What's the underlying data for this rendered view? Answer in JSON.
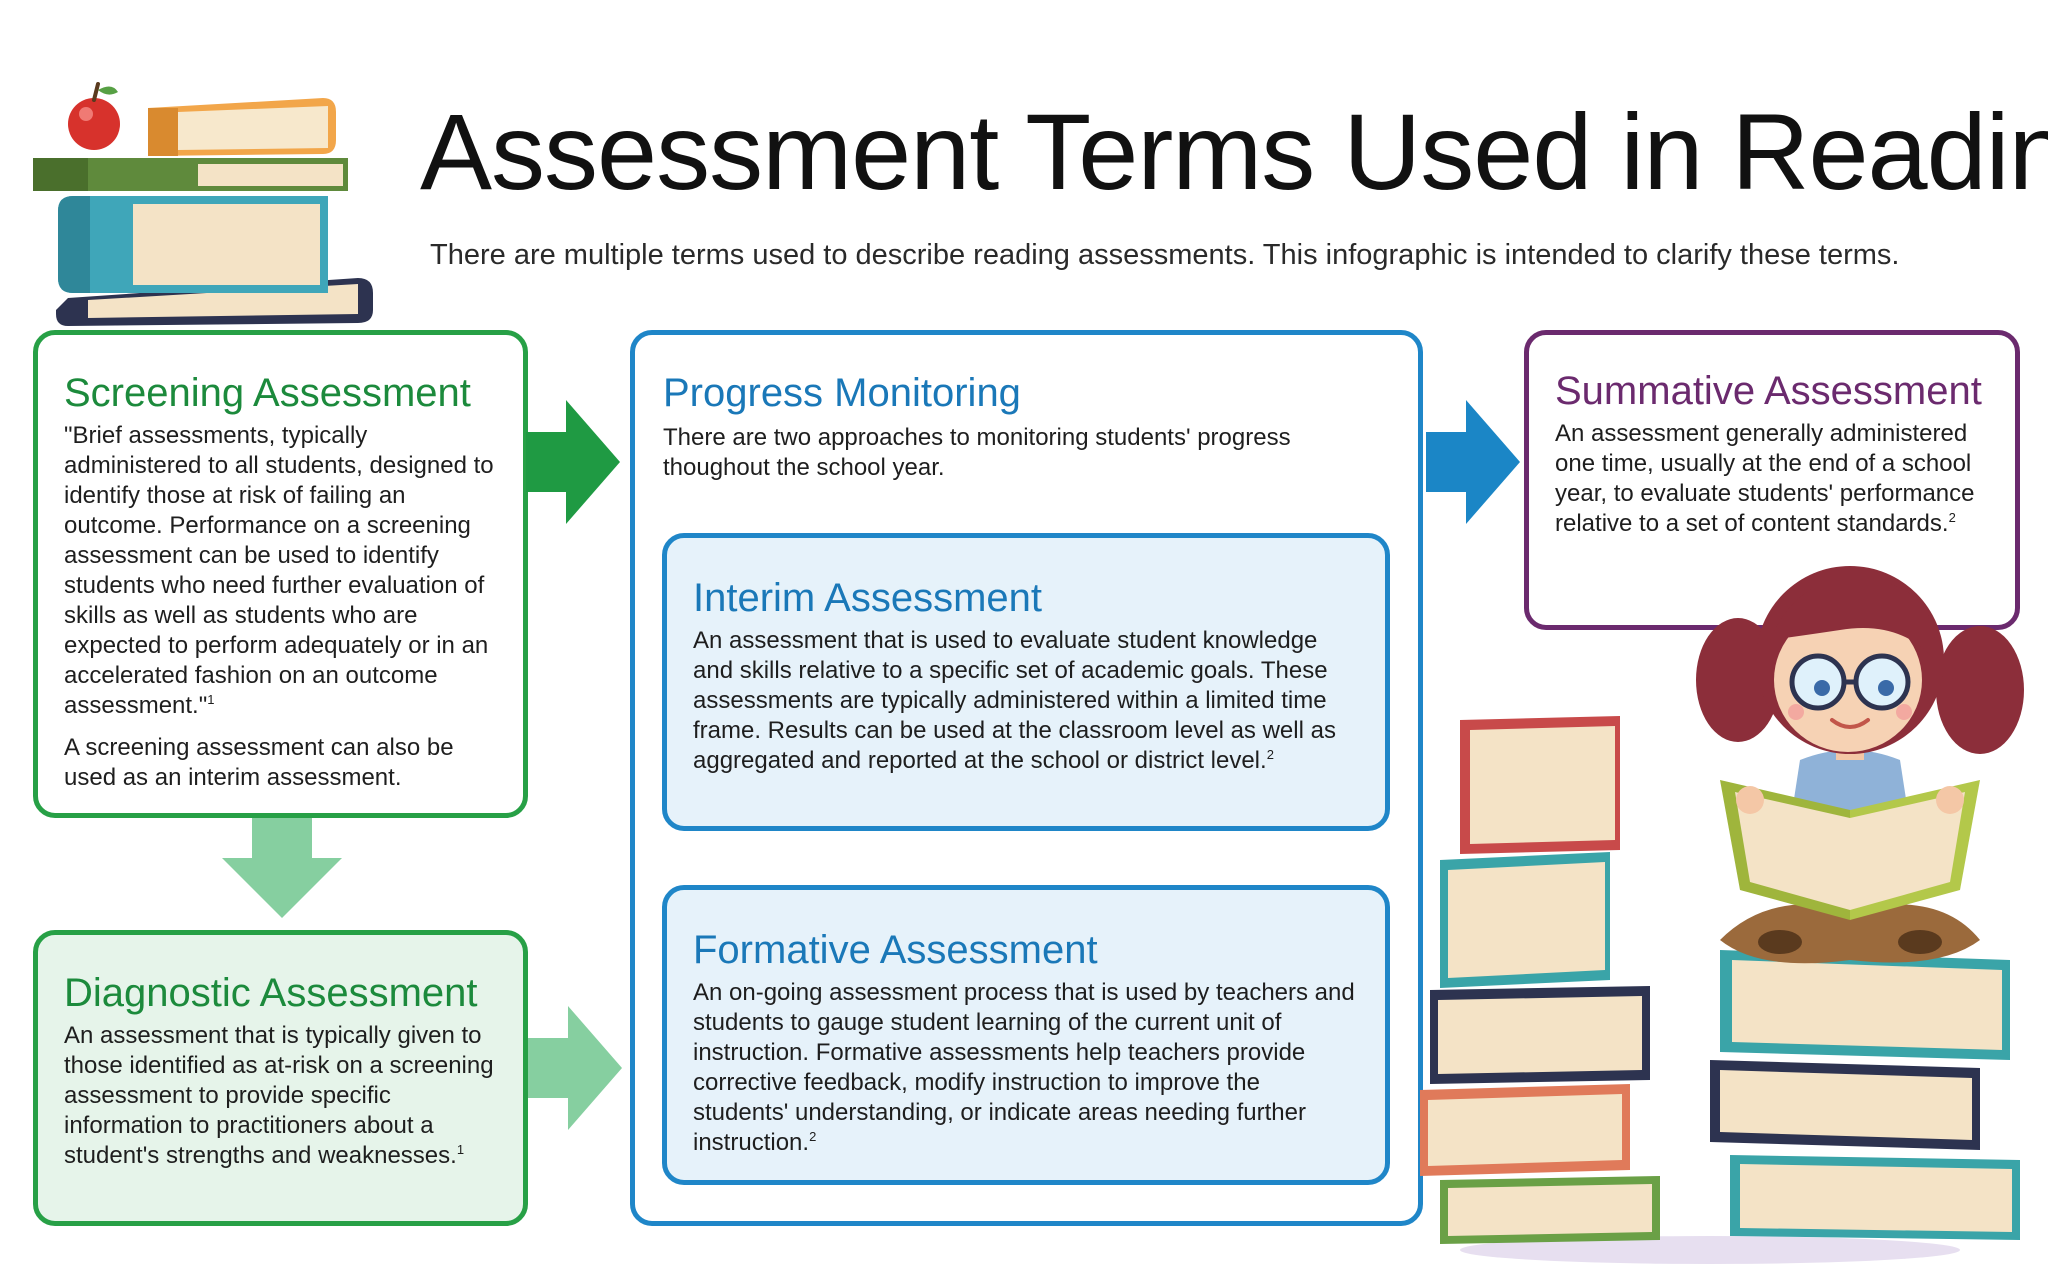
{
  "header": {
    "title": "Assessment Terms Used in Reading",
    "subtitle": "There are multiple terms used to describe reading assessments. This infographic is intended to clarify these terms."
  },
  "screening": {
    "title": "Screening Assessment",
    "paragraph1": "\"Brief assessments, typically administered to all students, designed to identify those at risk of failing an outcome. Performance on a screening assessment can be used to identify students who need further evaluation of skills as well as students who are expected to perform adequately or in an accelerated fashion on an outcome assessment.\"",
    "paragraph1_ref": "1",
    "paragraph2": "A screening assessment can also be used as an interim assessment."
  },
  "diagnostic": {
    "title": "Diagnostic Assessment",
    "text": "An assessment that is typically given to those identified as at-risk on a screening assessment to provide specific information to practitioners about a student's strengths and weaknesses.",
    "ref": "1"
  },
  "progress": {
    "title": "Progress Monitoring",
    "text": "There are two approaches to monitoring students' progress thoughout the school year."
  },
  "interim": {
    "title": "Interim Assessment",
    "text": "An assessment that is used to evaluate student knowledge and skills relative to a specific set of academic goals. These assessments are typically administered within a limited time frame. Results can be used at the classroom level as well as aggregated and reported at the school or district level.",
    "ref": "2"
  },
  "formative": {
    "title": "Formative Assessment",
    "text": "An on-going assessment process that is used by teachers and students to gauge student learning of the current unit of instruction. Formative assessments help teachers provide corrective feedback, modify instruction to improve the students' understanding, or indicate areas needing further instruction.",
    "ref": "2"
  },
  "summative": {
    "title": "Summative Assessment",
    "text": "An assessment generally administered one time, usually at the end of a school year, to evaluate students' performance relative to a set of content standards.",
    "ref": "2"
  },
  "colors": {
    "screening_green": "#27a046",
    "diagnostic_light_green": "#86cfa0",
    "progress_blue": "#1f86c8",
    "summative_purple": "#6b2a6e"
  },
  "icons": {
    "books_stack_top": "book-stack-with-apple-illustration",
    "reading_girl": "girl-reading-on-books-illustration"
  }
}
